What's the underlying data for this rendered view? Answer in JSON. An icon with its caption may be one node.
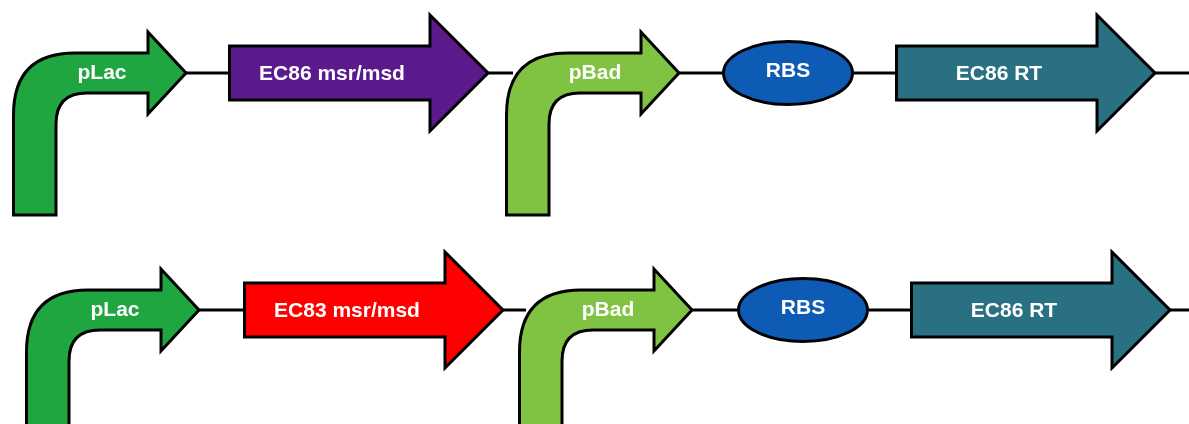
{
  "diagram": {
    "nodes": [
      {
        "text": [
          "pLac"
        ]
      },
      {
        "text": [
          "EC86 msr/msd"
        ]
      },
      {
        "text": [
          "pBad"
        ]
      },
      {
        "text": [
          "RBS"
        ]
      },
      {
        "text": [
          "EC86 RT"
        ]
      },
      {
        "text": [
          "pLac"
        ]
      },
      {
        "text": [
          "EC83 msr/msd"
        ]
      },
      {
        "text": [
          "pBad"
        ]
      },
      {
        "text": [
          "RBS"
        ]
      },
      {
        "text": [
          "EC86 RT"
        ]
      }
    ],
    "edges": [
      {
        "from": 0,
        "to": 1,
        "arrow": "none"
      },
      {
        "from": 1,
        "to": 2,
        "arrow": "none"
      },
      {
        "from": 2,
        "to": 3,
        "arrow": "none"
      },
      {
        "from": 3,
        "to": 4,
        "arrow": "none"
      },
      {
        "from": 4,
        "to": null,
        "arrow": "none"
      },
      {
        "from": 5,
        "to": 6,
        "arrow": "none"
      },
      {
        "from": 6,
        "to": 7,
        "arrow": "none"
      },
      {
        "from": 7,
        "to": 8,
        "arrow": "none"
      },
      {
        "from": 8,
        "to": 9,
        "arrow": "none"
      },
      {
        "from": 9,
        "to": null,
        "arrow": "none"
      }
    ]
  }
}
